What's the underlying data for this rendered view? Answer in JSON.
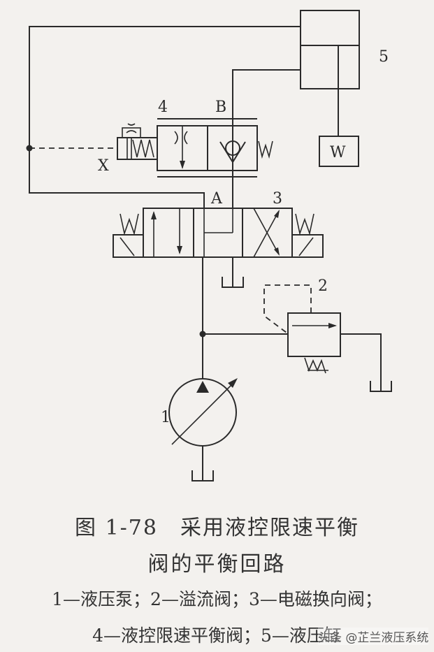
{
  "diagram": {
    "labels": {
      "cylinder": "5",
      "valve4": "4",
      "portB": "B",
      "portA": "A",
      "valve3": "3",
      "relief": "2",
      "pump": "1",
      "pilot": "X",
      "load": "W"
    }
  },
  "caption": {
    "title_line1": "图 1-78　采用液控限速平衡",
    "title_line2": "阀的平衡回路",
    "legend_line1": "1—液压泵；2—溢流阀；3—电磁换向阀；",
    "legend_line2": "4—液控限速平衡阀；5—液压缸"
  },
  "watermark": "头条 @芷兰液压系统"
}
